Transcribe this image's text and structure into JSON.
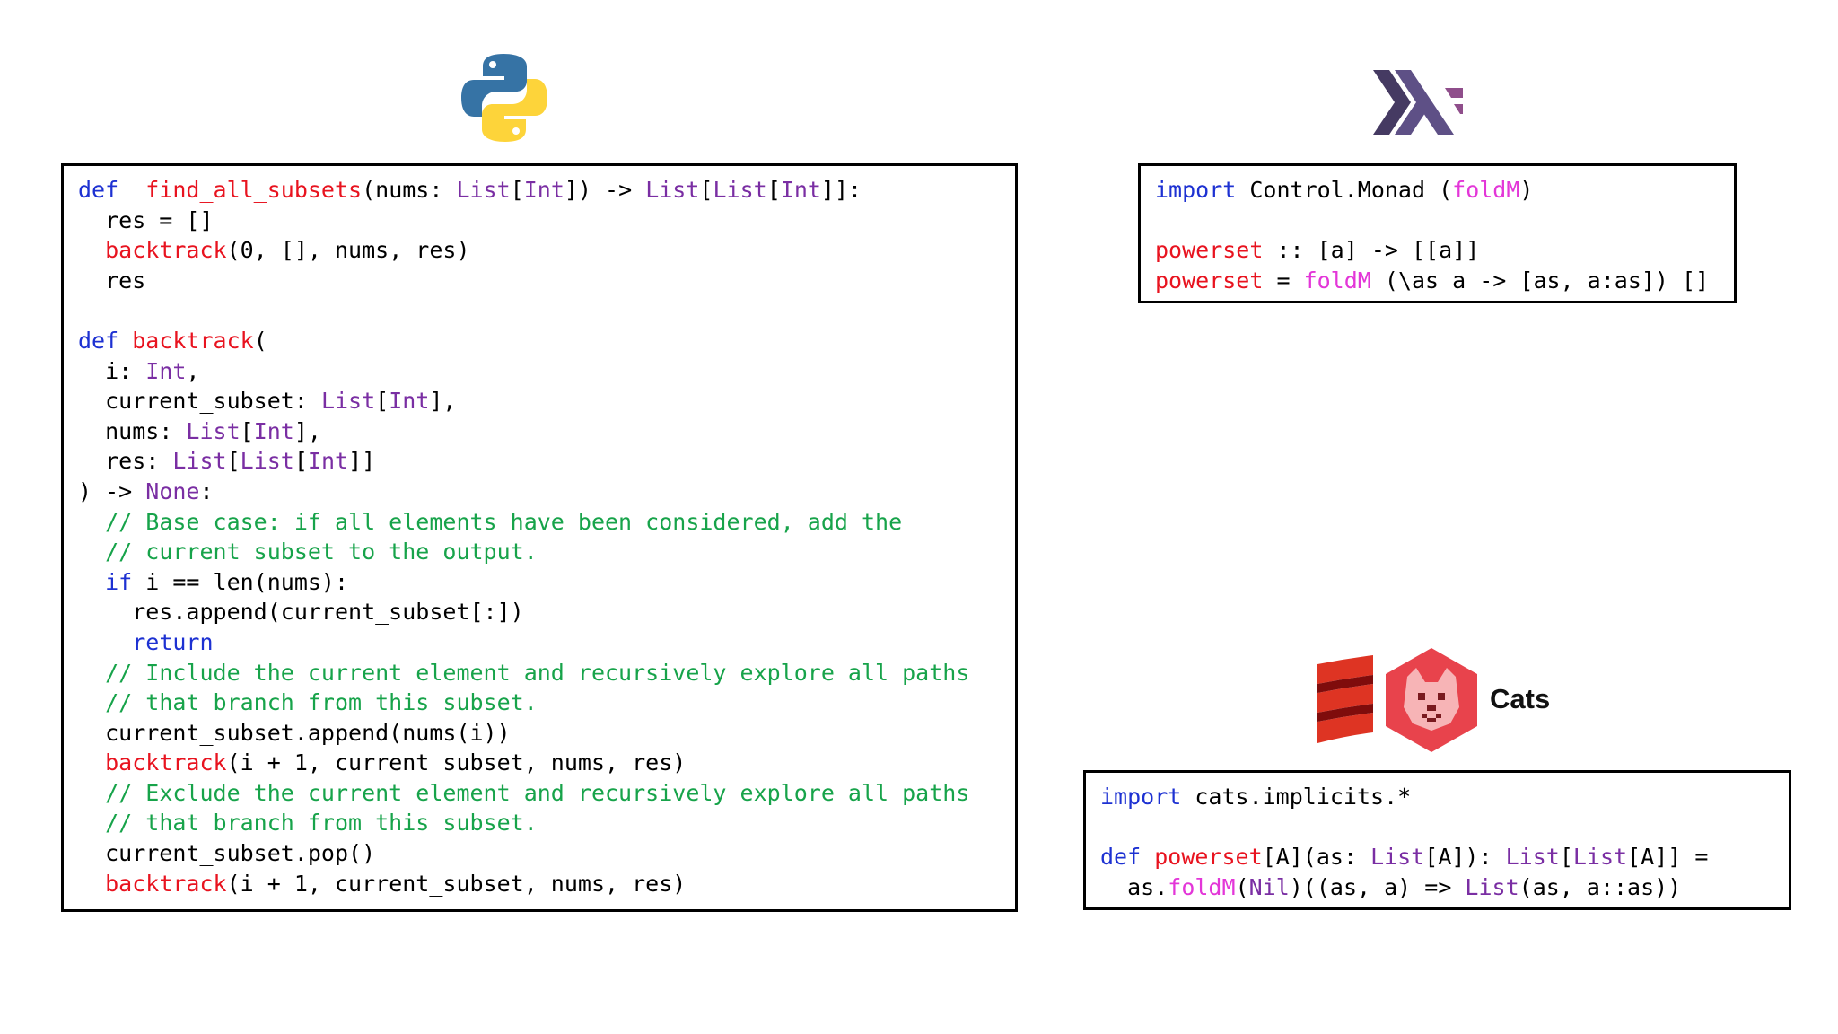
{
  "python": {
    "logo_icon": "python-logo-icon",
    "lines": [
      [
        [
          "kw",
          "def"
        ],
        [
          "",
          "  "
        ],
        [
          "fn",
          "find_all_subsets"
        ],
        [
          "",
          "(nums: "
        ],
        [
          "ty",
          "List"
        ],
        [
          "",
          "["
        ],
        [
          "ty",
          "Int"
        ],
        [
          "",
          "]) -> "
        ],
        [
          "ty",
          "List"
        ],
        [
          "",
          "["
        ],
        [
          "ty",
          "List"
        ],
        [
          "",
          "["
        ],
        [
          "ty",
          "Int"
        ],
        [
          "",
          "]]:"
        ]
      ],
      [
        [
          "",
          "  res = []"
        ]
      ],
      [
        [
          "",
          "  "
        ],
        [
          "fn",
          "backtrack"
        ],
        [
          "",
          "(0, [], nums, res)"
        ]
      ],
      [
        [
          "",
          "  res"
        ]
      ],
      [
        [
          "",
          ""
        ]
      ],
      [
        [
          "kw",
          "def"
        ],
        [
          "",
          " "
        ],
        [
          "fn",
          "backtrack"
        ],
        [
          "",
          "("
        ]
      ],
      [
        [
          "",
          "  i: "
        ],
        [
          "ty",
          "Int"
        ],
        [
          "",
          ","
        ]
      ],
      [
        [
          "",
          "  current_subset: "
        ],
        [
          "ty",
          "List"
        ],
        [
          "",
          "["
        ],
        [
          "ty",
          "Int"
        ],
        [
          "",
          "],"
        ]
      ],
      [
        [
          "",
          "  nums: "
        ],
        [
          "ty",
          "List"
        ],
        [
          "",
          "["
        ],
        [
          "ty",
          "Int"
        ],
        [
          "",
          "],"
        ]
      ],
      [
        [
          "",
          "  res: "
        ],
        [
          "ty",
          "List"
        ],
        [
          "",
          "["
        ],
        [
          "ty",
          "List"
        ],
        [
          "",
          "["
        ],
        [
          "ty",
          "Int"
        ],
        [
          "",
          "]]"
        ]
      ],
      [
        [
          "",
          ") -> "
        ],
        [
          "ty",
          "None"
        ],
        [
          "",
          ":"
        ]
      ],
      [
        [
          "",
          "  "
        ],
        [
          "cm",
          "// Base case: if all elements have been considered, add the"
        ]
      ],
      [
        [
          "",
          "  "
        ],
        [
          "cm",
          "// current subset to the output."
        ]
      ],
      [
        [
          "",
          "  "
        ],
        [
          "kw",
          "if"
        ],
        [
          "",
          " i == len(nums):"
        ]
      ],
      [
        [
          "",
          "    res.append(current_subset[:])"
        ]
      ],
      [
        [
          "",
          "    "
        ],
        [
          "kw",
          "return"
        ]
      ],
      [
        [
          "",
          "  "
        ],
        [
          "cm",
          "// Include the current element and recursively explore all paths"
        ]
      ],
      [
        [
          "",
          "  "
        ],
        [
          "cm",
          "// that branch from this subset."
        ]
      ],
      [
        [
          "",
          "  current_subset.append(nums(i))"
        ]
      ],
      [
        [
          "",
          "  "
        ],
        [
          "fn",
          "backtrack"
        ],
        [
          "",
          "(i + 1, current_subset, nums, res)"
        ]
      ],
      [
        [
          "",
          "  "
        ],
        [
          "cm",
          "// Exclude the current element and recursively explore all paths"
        ]
      ],
      [
        [
          "",
          "  "
        ],
        [
          "cm",
          "// that branch from this subset."
        ]
      ],
      [
        [
          "",
          "  current_subset.pop()"
        ]
      ],
      [
        [
          "",
          "  "
        ],
        [
          "fn",
          "backtrack"
        ],
        [
          "",
          "(i + 1, current_subset, nums, res)"
        ]
      ]
    ]
  },
  "haskell": {
    "logo_icon": "haskell-logo-icon",
    "lines": [
      [
        [
          "kw",
          "import"
        ],
        [
          "",
          " Control.Monad ("
        ],
        [
          "mg",
          "foldM"
        ],
        [
          "",
          ")"
        ]
      ],
      [
        [
          "",
          ""
        ]
      ],
      [
        [
          "fn",
          "powerset"
        ],
        [
          "",
          " :: [a] -> [[a]]"
        ]
      ],
      [
        [
          "fn",
          "powerset"
        ],
        [
          "",
          " = "
        ],
        [
          "mg",
          "foldM"
        ],
        [
          "",
          " (\\as a -> [as, a:as]) []"
        ]
      ]
    ]
  },
  "scala": {
    "logo_icon": "scala-logo-icon",
    "cats_icon": "cats-logo-icon",
    "cats_label": "Cats",
    "lines": [
      [
        [
          "kw",
          "import"
        ],
        [
          "",
          " cats.implicits.*"
        ]
      ],
      [
        [
          "",
          ""
        ]
      ],
      [
        [
          "kw",
          "def"
        ],
        [
          "",
          " "
        ],
        [
          "fn",
          "powerset"
        ],
        [
          "",
          "[A](as: "
        ],
        [
          "ty",
          "List"
        ],
        [
          "",
          "[A]): "
        ],
        [
          "ty",
          "List"
        ],
        [
          "",
          "["
        ],
        [
          "ty",
          "List"
        ],
        [
          "",
          "[A]] ="
        ]
      ],
      [
        [
          "",
          "  as."
        ],
        [
          "mg",
          "foldM"
        ],
        [
          "",
          "("
        ],
        [
          "ty",
          "Nil"
        ],
        [
          "",
          ")((as, a) => "
        ],
        [
          "ty",
          "List"
        ],
        [
          "",
          "(as, a::as))"
        ]
      ]
    ]
  }
}
